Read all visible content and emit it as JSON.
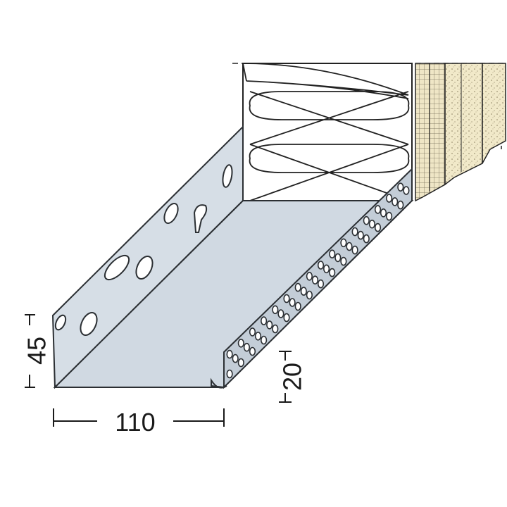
{
  "dimensions": {
    "height_label": "45",
    "width_label": "110",
    "lip_label": "20"
  },
  "colors": {
    "metal_light": "#d9e1e8",
    "metal_mid": "#c9d3dc",
    "metal_edge": "#2b2f33",
    "insulation": "#ffffff",
    "plaster": "#efe6c6",
    "mesh": "#9a8f70"
  }
}
